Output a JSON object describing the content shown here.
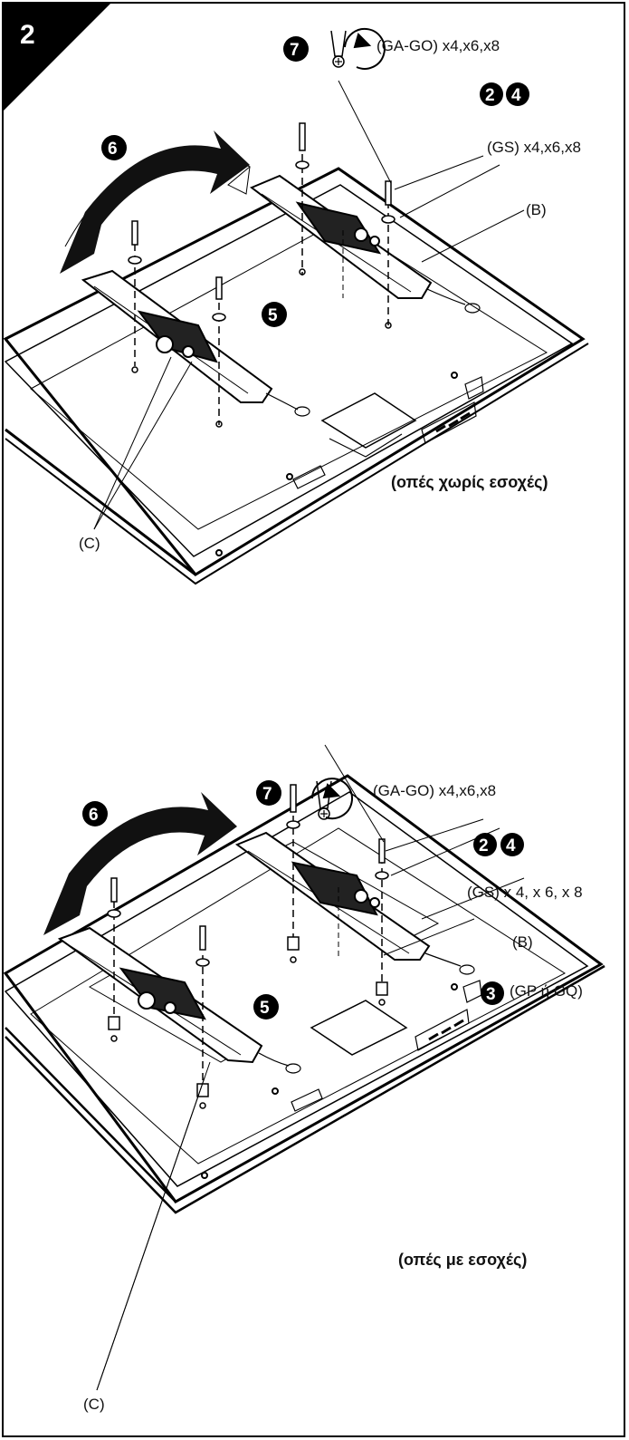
{
  "step_number": "2",
  "panel_top": {
    "step7": "7",
    "screw_label": "(GA-GO) x4,x6,x8",
    "step2": "2",
    "step4": "4",
    "washer_label": "(GS) x4,x6,x8",
    "part_b": "(B)",
    "step5": "5",
    "step6": "6",
    "part_c": "(C)",
    "caption": "(οπές χωρίς εσοχές)"
  },
  "panel_bottom": {
    "step7": "7",
    "screw_label": "(GA-GO) x4,x6,x8",
    "step2": "2",
    "step4": "4",
    "washer_label": "(GS) x 4, x 6, x 8",
    "part_b": "(B)",
    "step3": "3",
    "spacer_label": "(GP ή GQ)",
    "step5": "5",
    "step6": "6",
    "part_c": "(C)",
    "caption": "(οπές με εσοχές)"
  }
}
